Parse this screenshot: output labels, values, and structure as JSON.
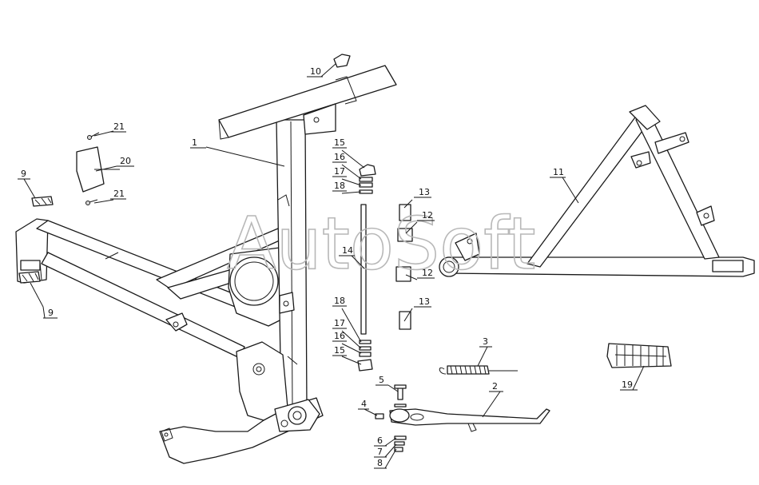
{
  "watermark": "AutoSoft",
  "callouts": [
    {
      "id": "c1",
      "number": "1"
    },
    {
      "id": "c2",
      "number": "2"
    },
    {
      "id": "c3",
      "number": "3"
    },
    {
      "id": "c4",
      "number": "4"
    },
    {
      "id": "c5",
      "number": "5"
    },
    {
      "id": "c6",
      "number": "6"
    },
    {
      "id": "c7",
      "number": "7"
    },
    {
      "id": "c8",
      "number": "8"
    },
    {
      "id": "c9a",
      "number": "9"
    },
    {
      "id": "c9b",
      "number": "9"
    },
    {
      "id": "c10",
      "number": "10"
    },
    {
      "id": "c11",
      "number": "11"
    },
    {
      "id": "c12a",
      "number": "12"
    },
    {
      "id": "c12b",
      "number": "12"
    },
    {
      "id": "c13a",
      "number": "13"
    },
    {
      "id": "c13b",
      "number": "13"
    },
    {
      "id": "c14",
      "number": "14"
    },
    {
      "id": "c15a",
      "number": "15"
    },
    {
      "id": "c15b",
      "number": "15"
    },
    {
      "id": "c16a",
      "number": "16"
    },
    {
      "id": "c16b",
      "number": "16"
    },
    {
      "id": "c17a",
      "number": "17"
    },
    {
      "id": "c17b",
      "number": "17"
    },
    {
      "id": "c18a",
      "number": "18"
    },
    {
      "id": "c18b",
      "number": "18"
    },
    {
      "id": "c19",
      "number": "19"
    },
    {
      "id": "c20",
      "number": "20"
    },
    {
      "id": "c21a",
      "number": "21"
    },
    {
      "id": "c21b",
      "number": "21"
    }
  ]
}
